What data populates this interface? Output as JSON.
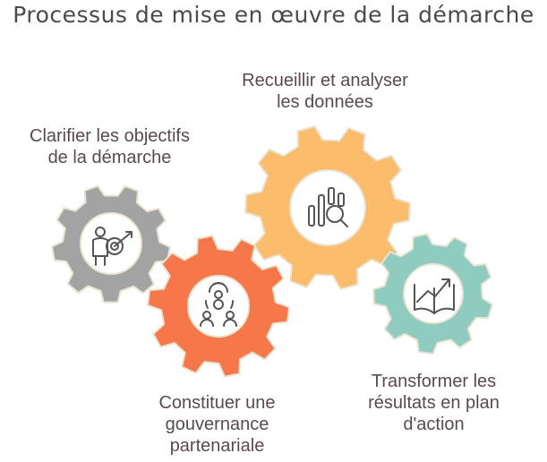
{
  "title": "Processus de mise en œuvre de la démarche",
  "steps": [
    {
      "label": "Clarifier les objectifs\nde la démarche",
      "color": "#a3a3a3",
      "icon": "person-target-icon"
    },
    {
      "label": "Recueillir et analyser\nles données",
      "color": "#fbbd6b",
      "icon": "bar-chart-magnifier-icon"
    },
    {
      "label": "Constituer une\ngouvernance\npartenariale",
      "color": "#f6774a",
      "icon": "team-gear-icon"
    },
    {
      "label": "Transformer les\nrésultats en plan\nd'action",
      "color": "#8fcbbf",
      "icon": "book-growth-arrow-icon"
    }
  ]
}
